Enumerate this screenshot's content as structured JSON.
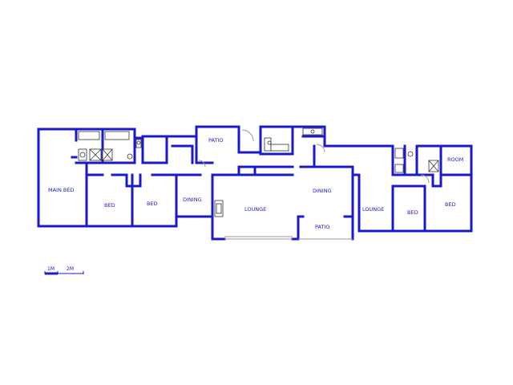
{
  "rooms": {
    "main_bed": "MAIN BED",
    "bed1": "BED",
    "bed2": "BED",
    "dining1": "DINING",
    "patio_top": "PATIO",
    "lounge1": "LOUNGE",
    "dining2": "DINING",
    "patio_bottom": "PATIO",
    "lounge2": "LOUNGE",
    "bed3": "BED",
    "bed4": "BED",
    "room": "ROOM"
  },
  "scale": {
    "label1": "1M",
    "label2": "2M"
  },
  "colors": {
    "wall": "#1a1ac8",
    "background": "#ffffff"
  }
}
